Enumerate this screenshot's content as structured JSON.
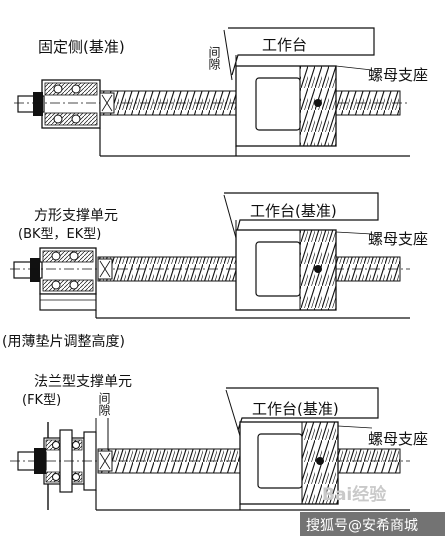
{
  "panels": [
    {
      "side_label": "固定侧(基准)",
      "gap_label": "间隙",
      "table_label": "工作台",
      "nut_label": "螺母支座"
    },
    {
      "side_label_line1": "方形支撑单元",
      "side_label_line2": "(BK型，EK型)",
      "table_label": "工作台(基准)",
      "nut_label": "螺母支座",
      "shim_label": "(用薄垫片调整高度)"
    },
    {
      "side_label_line1": "法兰型支撑单元",
      "side_label_line2": "(FK型)",
      "gap_label": "间隙",
      "table_label": "工作台(基准)",
      "nut_label": "螺母支座"
    }
  ],
  "watermarks": {
    "baidu": "Bai经验",
    "footer": "搜狐号@安希商城"
  }
}
